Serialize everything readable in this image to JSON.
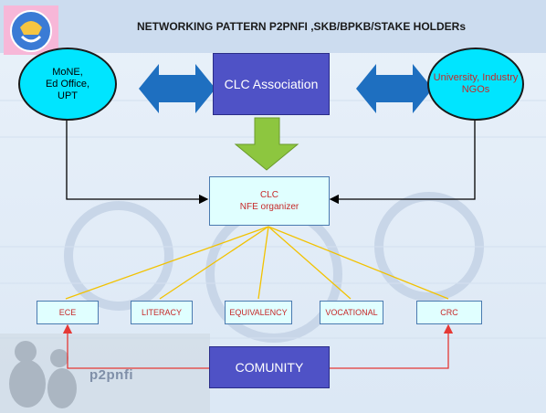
{
  "title": "NETWORKING PATTERN P2PNFI ,SKB/BPKB/STAKE HOLDERs",
  "left_node": {
    "lines": [
      "MoNE,",
      "Ed Office,",
      "UPT"
    ]
  },
  "right_node": {
    "lines": [
      "University, Industry",
      "NGOs"
    ]
  },
  "clc_association": "CLC Association",
  "clc": {
    "line1": "CLC",
    "line2": "NFE organizer"
  },
  "programs": [
    "ECE",
    "LITERACY",
    "EQUIVALENCY",
    "VOCATIONAL",
    "CRC"
  ],
  "community": "COMUNITY",
  "watermark": "p2pnfi",
  "colors": {
    "circle_fill": "#00e5ff",
    "box_blue": "#4f52c6",
    "light_box": "#e0ffff",
    "arrow_blue": "#1e6fc0",
    "arrow_green": "#8dc63f",
    "yellow_line": "#f2c200",
    "red_line": "#e53935",
    "red_text": "#c62828"
  }
}
